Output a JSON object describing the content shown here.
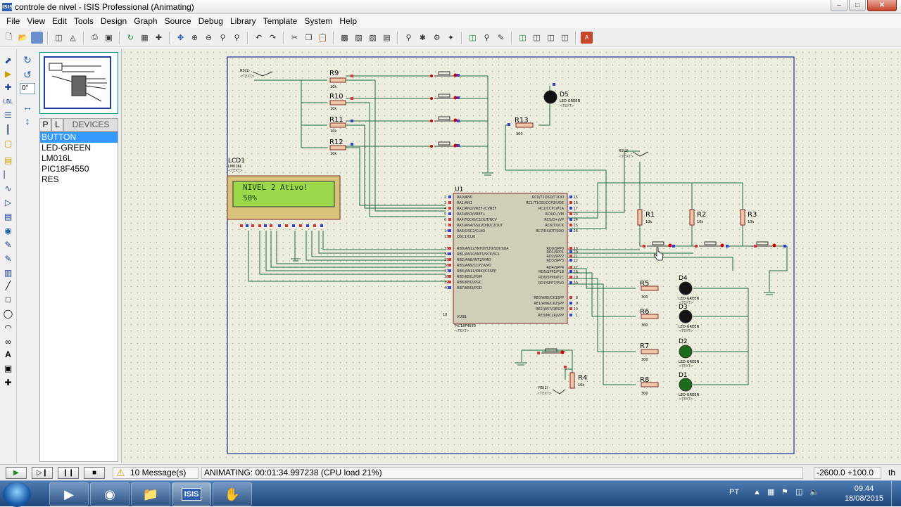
{
  "window": {
    "app_icon": "ISIS",
    "title": "controle de nivel - ISIS Professional (Animating)",
    "controls": [
      "minimize-icon",
      "maximize-icon",
      "close-icon"
    ]
  },
  "menu": [
    "File",
    "View",
    "Edit",
    "Tools",
    "Design",
    "Graph",
    "Source",
    "Debug",
    "Library",
    "Template",
    "System",
    "Help"
  ],
  "side": {
    "angle": "0°",
    "tabs": {
      "p": "P",
      "l": "L",
      "devices": "DEVICES"
    },
    "devices": [
      "BUTTON",
      "LED-GREEN",
      "LM016L",
      "PIC18F4550",
      "RES"
    ],
    "selected_index": 0
  },
  "lcd": {
    "ref": "LCD1",
    "part": "LM016L",
    "line1": "NIVEL 2 Ativo!",
    "line2": "50%",
    "text": "<TEXT>"
  },
  "mcu": {
    "ref": "U1",
    "part": "PIC18F4550",
    "text": "<TEXT>",
    "left_pins": [
      "RA0/AN0",
      "RA1/AN1",
      "RA2/AN2/VREF-/CVREF",
      "RA3/AN3/VREF+",
      "RA4/T0CKI/C1OUT/RCV",
      "RA5/AN4/SS/LVDIN/C2OUT",
      "RA6/OSC2/CLKO",
      "OSC1/CLKI",
      "RB0/AN12/INT0/FLT0/SDI/SDA",
      "RB1/AN10/INT1/SCK/SCL",
      "RB2/AN8/INT2/VMO",
      "RB3/AN9/CCP2/VPO",
      "RB4/AN11/KBI0/CSSPP",
      "RB5/KBI1/PGM",
      "RB6/KBI2/PGC",
      "RB7/KBI3/PGD"
    ],
    "right_pins": [
      "RC0/T1OSO/T1CKI",
      "RC1/T1OSI/CCP2/UOE",
      "RC2/CCP1/P1A",
      "RC4/D-/VM",
      "RC5/D+/VP",
      "RC6/TX/CK",
      "RC7/RX/DT/SDO",
      "RD0/SPP0",
      "RD1/SPP1",
      "RD2/SPP2",
      "RD3/SPP3",
      "RD4/SPP4",
      "RD5/SPP5/P1B",
      "RD6/SPP6/P1C",
      "RD7/SPP7/P1D",
      "RE0/AN5/CK1SPP",
      "RE1/AN6/CK2SPP",
      "RE2/AN7/OESPP",
      "RE3/MCLR/VPP"
    ],
    "vusb": "VUSB",
    "left_nums": [
      "2",
      "3",
      "4",
      "5",
      "6",
      "7",
      "14",
      "13",
      "33",
      "34",
      "35",
      "36",
      "37",
      "38",
      "39",
      "40"
    ],
    "right_nums": [
      "15",
      "16",
      "17",
      "23",
      "24",
      "25",
      "26",
      "19",
      "20",
      "21",
      "22",
      "27",
      "28",
      "29",
      "30",
      "8",
      "9",
      "10",
      "1"
    ],
    "vusb_num": "18"
  },
  "resistors": [
    {
      "ref": "R9",
      "val": "10k"
    },
    {
      "ref": "R10",
      "val": "10k"
    },
    {
      "ref": "R11",
      "val": "10k"
    },
    {
      "ref": "R12",
      "val": "10k"
    },
    {
      "ref": "R13",
      "val": "300"
    },
    {
      "ref": "R1",
      "val": "10k"
    },
    {
      "ref": "R2",
      "val": "10k"
    },
    {
      "ref": "R3",
      "val": "10k"
    },
    {
      "ref": "R4",
      "val": "10k"
    },
    {
      "ref": "R5",
      "val": "300"
    },
    {
      "ref": "R6",
      "val": "300"
    },
    {
      "ref": "R7",
      "val": "300"
    },
    {
      "ref": "R8",
      "val": "300"
    }
  ],
  "leds": [
    {
      "ref": "D5",
      "part": "LED-GREEN",
      "text": "<TEXT>"
    },
    {
      "ref": "D4",
      "part": "LED-GREEN",
      "text": "<TEXT>"
    },
    {
      "ref": "D3",
      "part": "LED-GREEN",
      "text": "<TEXT>"
    },
    {
      "ref": "D2",
      "part": "LED-GREEN",
      "text": "<TEXT>"
    },
    {
      "ref": "D1",
      "part": "LED-GREEN",
      "text": "<TEXT>"
    }
  ],
  "power": {
    "rs1": "RS(1)",
    "rs2": "RS(1)",
    "rs3": "RS(2)",
    "text": "<TEXT>"
  },
  "status": {
    "messages": "10 Message(s)",
    "animating": "ANIMATING: 00:01:34.997238 (CPU load 21%)",
    "coords": "-2600.0  +100.0",
    "units": "th"
  },
  "taskbar": {
    "lang": "PT",
    "time": "09:44",
    "date": "18/08/2015",
    "apps": [
      "media-player-icon",
      "chrome-icon",
      "folder-icon",
      "isis-icon",
      "ares-icon"
    ],
    "isis_label": "ISIS"
  }
}
